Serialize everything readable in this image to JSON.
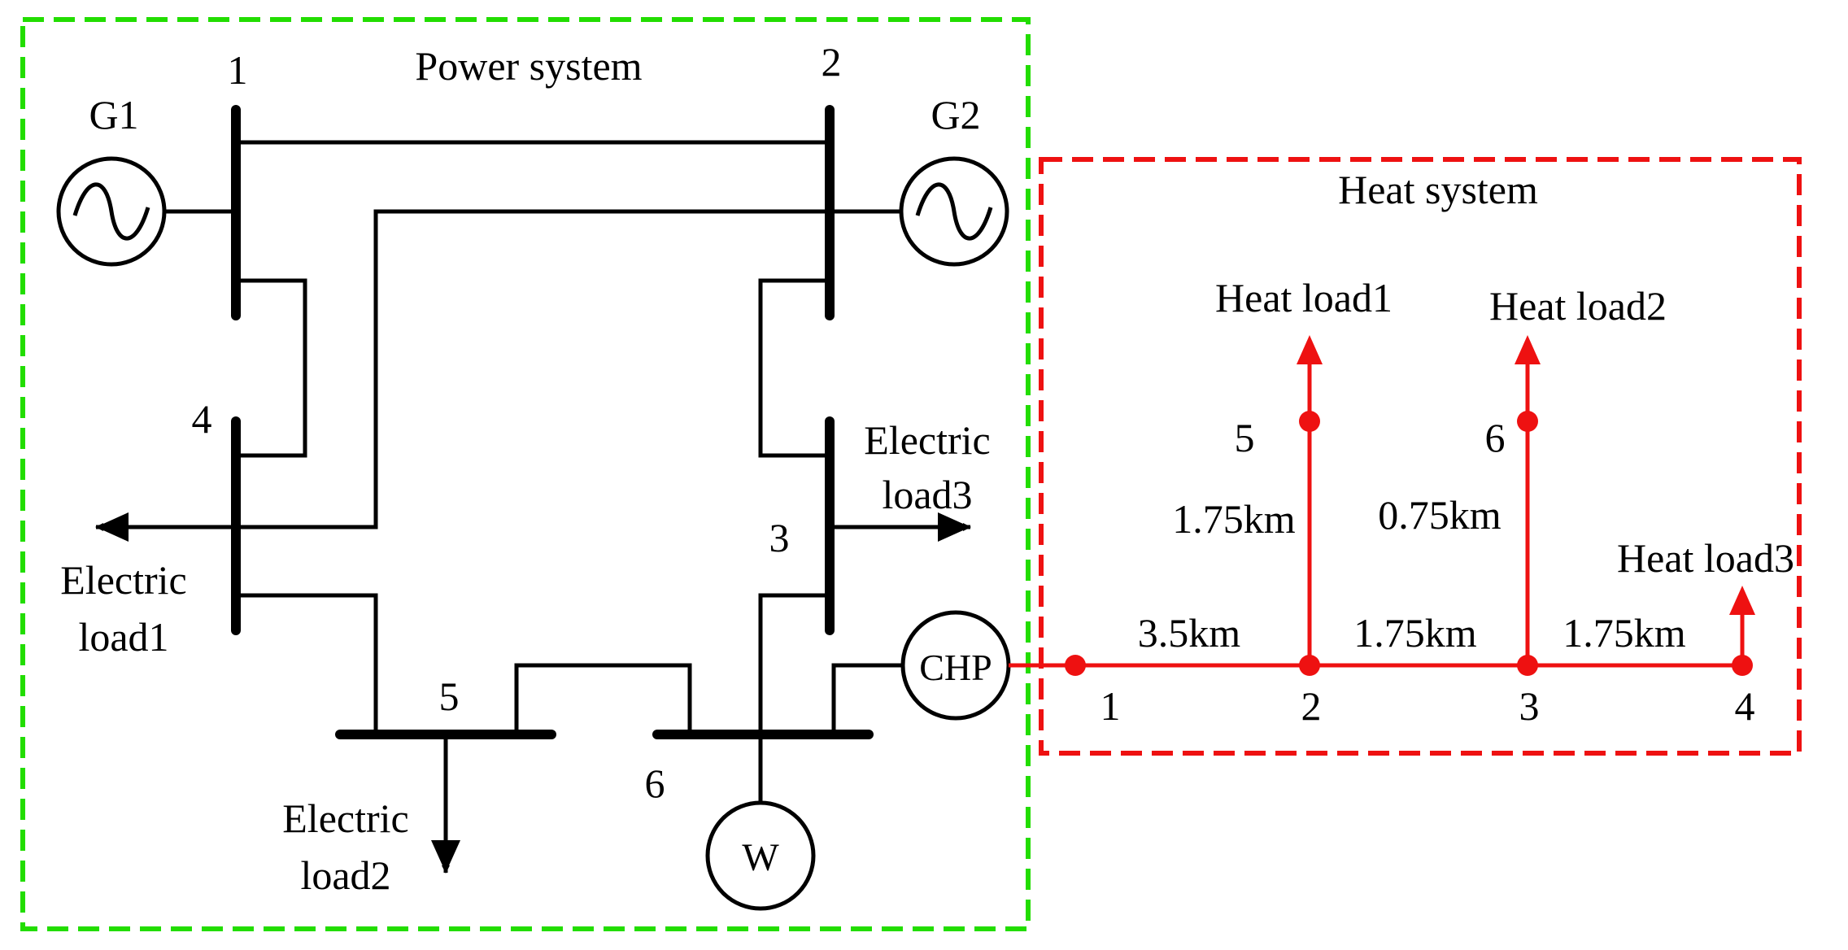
{
  "power_system": {
    "title": "Power system",
    "frame_color": "#22dd00",
    "line_color": "#000000",
    "bus_labels": [
      "1",
      "2",
      "3",
      "4",
      "5",
      "6"
    ],
    "generators": [
      "G1",
      "G2"
    ],
    "chp_label": "CHP",
    "wind_label": "W",
    "loads": {
      "load1": [
        "Electric",
        "load1"
      ],
      "load2": [
        "Electric",
        "load2"
      ],
      "load3": [
        "Electric",
        "load3"
      ]
    }
  },
  "heat_system": {
    "title": "Heat system",
    "frame_color": "#ee1111",
    "line_color": "#ee1111",
    "node_labels": [
      "1",
      "2",
      "3",
      "4",
      "5",
      "6"
    ],
    "loads": [
      "Heat load1",
      "Heat load2",
      "Heat load3"
    ],
    "distances": [
      "3.5km",
      "1.75km",
      "1.75km",
      "1.75km",
      "0.75km"
    ]
  }
}
